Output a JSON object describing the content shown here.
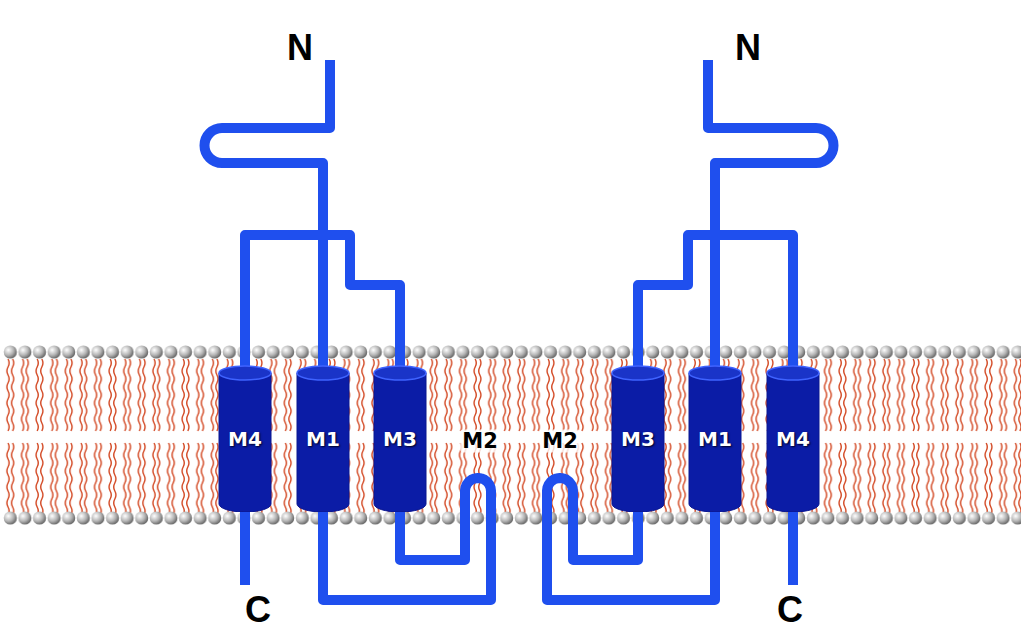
{
  "diagram": {
    "nodes": [
      {
        "text": [
          "M4"
        ]
      },
      {
        "text": [
          "M1"
        ]
      },
      {
        "text": [
          "M3"
        ]
      },
      {
        "text": [
          "M3"
        ]
      },
      {
        "text": [
          "M1"
        ]
      },
      {
        "text": [
          "M4"
        ]
      }
    ],
    "edges": [
      {
        "from": 1,
        "to": 2,
        "arrow": "none"
      },
      {
        "from": 2,
        "to": 0,
        "arrow": "none"
      },
      {
        "from": 4,
        "to": 3,
        "arrow": "none"
      },
      {
        "from": 3,
        "to": 5,
        "arrow": "none"
      }
    ],
    "labels": [
      "N",
      "N",
      "M2",
      "M2",
      "C",
      "C"
    ]
  }
}
